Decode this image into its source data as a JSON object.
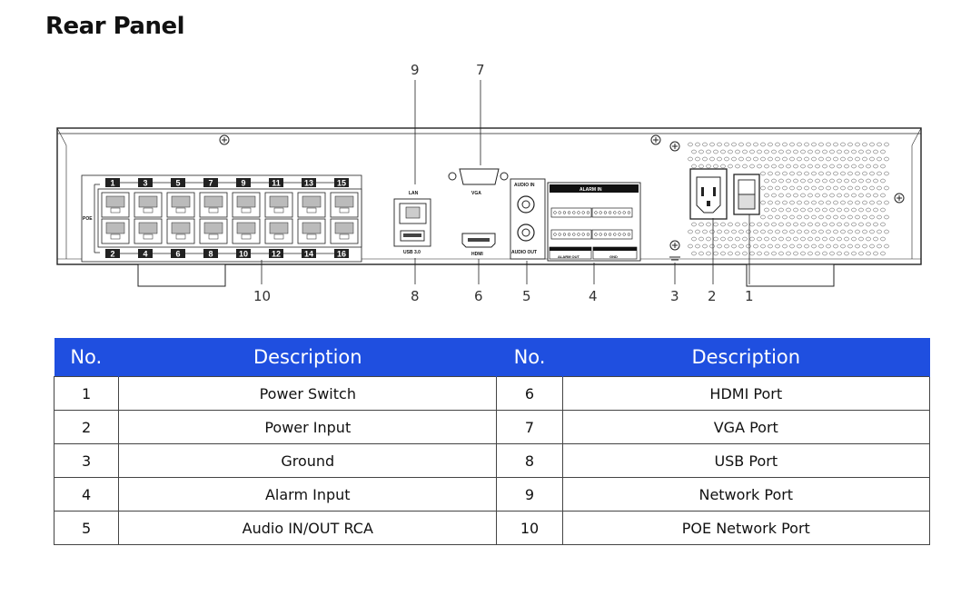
{
  "heading": "Rear Panel",
  "diagram": {
    "callouts": [
      "1",
      "2",
      "3",
      "4",
      "5",
      "6",
      "7",
      "8",
      "9",
      "10"
    ],
    "labels": {
      "poe": "POE",
      "lan": "LAN",
      "usb": "USB 3.0",
      "vga": "VGA",
      "hdmi": "HDMI",
      "audio_in": "AUDIO IN",
      "audio_out": "AUDIO OUT",
      "alarm_in": "ALARM IN",
      "alarm_out": "ALARM OUT",
      "gnd": "GND"
    },
    "poe_top_numbers": [
      "1",
      "3",
      "5",
      "7",
      "9",
      "11",
      "13",
      "15"
    ],
    "poe_bottom_numbers": [
      "2",
      "4",
      "6",
      "8",
      "10",
      "12",
      "14",
      "16"
    ]
  },
  "table": {
    "headers": [
      "No.",
      "Description",
      "No.",
      "Description"
    ],
    "rows": [
      [
        "1",
        "Power Switch",
        "6",
        "HDMI Port"
      ],
      [
        "2",
        "Power Input",
        "7",
        "VGA Port"
      ],
      [
        "3",
        "Ground",
        "8",
        "USB Port"
      ],
      [
        "4",
        "Alarm Input",
        "9",
        "Network Port"
      ],
      [
        "5",
        "Audio IN/OUT RCA",
        "10",
        "POE Network Port"
      ]
    ]
  }
}
